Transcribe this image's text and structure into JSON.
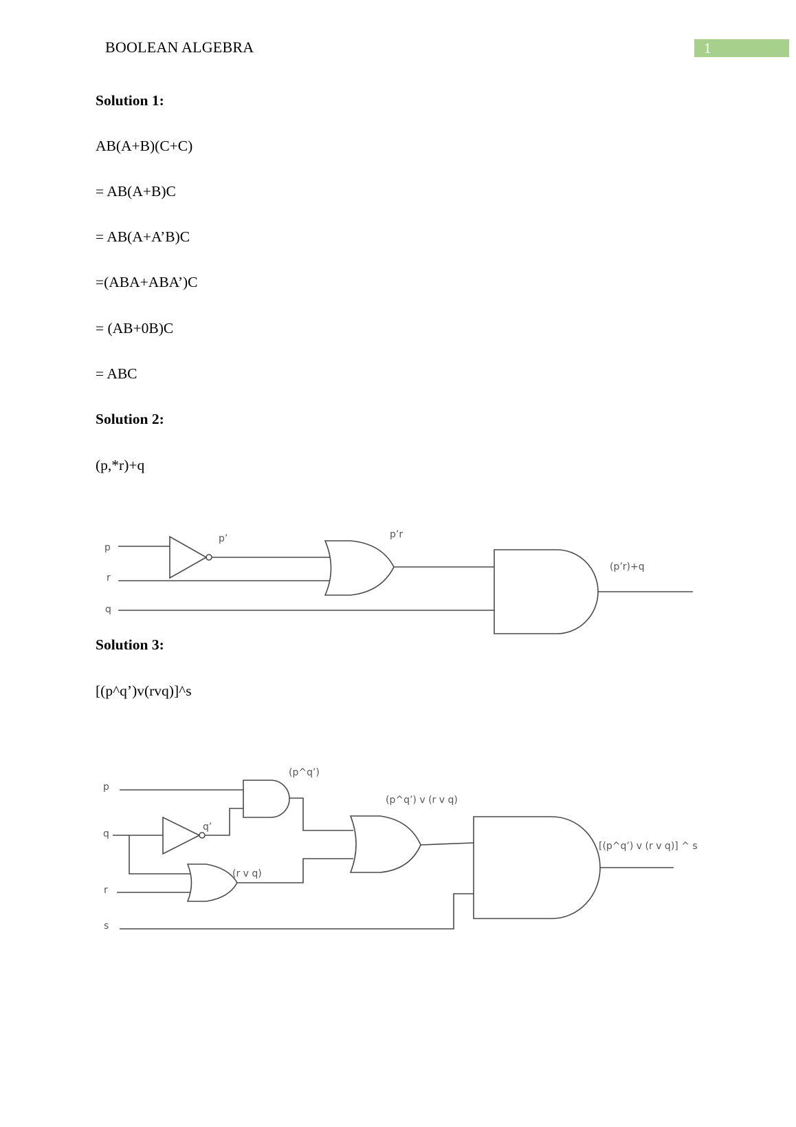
{
  "header": {
    "title": "BOOLEAN ALGEBRA",
    "page_number": "1",
    "accent_color": "#a8d08d"
  },
  "solution1": {
    "heading": "Solution 1:",
    "steps": [
      "AB(A+B)(C+C)",
      "= AB(A+B)C",
      "= AB(A+A’B)C",
      "=(ABA+ABA’)C",
      "= (AB+0B)C",
      "= ABC"
    ]
  },
  "solution2": {
    "heading": "Solution 2:",
    "expression": "(p,*r)+q",
    "circuit": {
      "inputs": [
        "p",
        "r",
        "q"
      ],
      "not_output_label": "p’",
      "or_output_label": "p’r",
      "final_output_label": "(p’r)+q"
    }
  },
  "solution3": {
    "heading": "Solution 3:",
    "expression": "[(p^q’)v(rvq)]^s",
    "circuit": {
      "inputs": [
        "p",
        "q",
        "r",
        "s"
      ],
      "not_output_label": "q’",
      "and1_output_label": "(p^q’)",
      "or1_output_label": "(r v q)",
      "or2_output_label": "(p^q’) v (r v q)",
      "final_output_label": "[(p^q’) v (r v q)] ^ s"
    }
  }
}
